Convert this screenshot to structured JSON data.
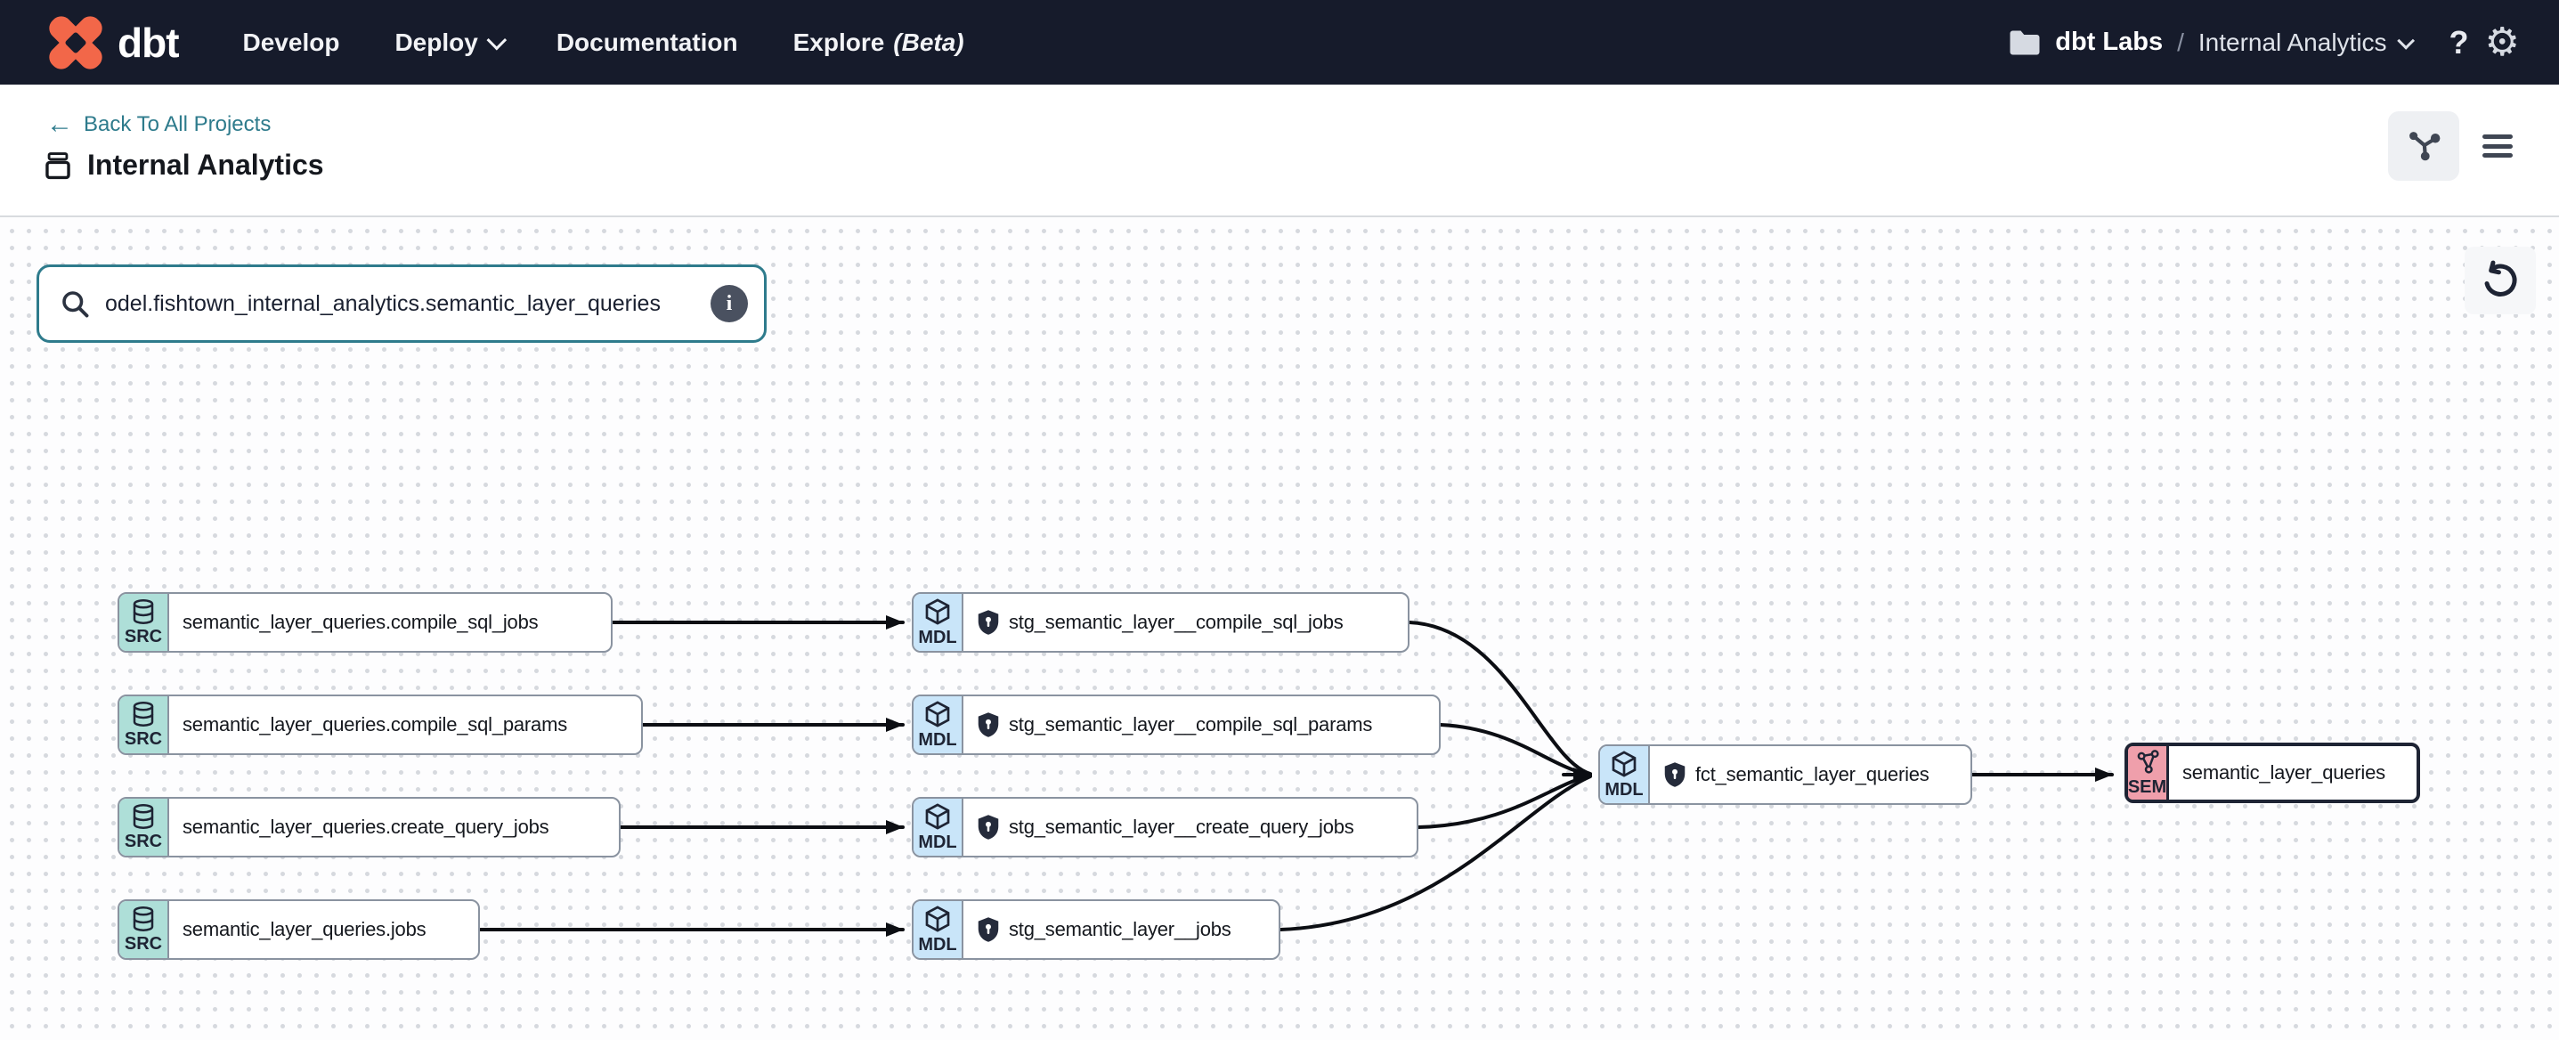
{
  "app": {
    "logo_text": "dbt"
  },
  "header": {
    "nav": [
      {
        "label": "Develop"
      },
      {
        "label": "Deploy",
        "has_chevron": true
      },
      {
        "label": "Documentation"
      },
      {
        "label": "Explore",
        "beta_suffix": "(Beta)"
      }
    ],
    "breadcrumb": {
      "org": "dbt Labs",
      "separator": "/",
      "project": "Internal Analytics"
    },
    "help_label": "?"
  },
  "subheader": {
    "back_arrow": "←",
    "back_label": "Back To All Projects",
    "title": "Internal Analytics"
  },
  "search": {
    "value": "odel.fishtown_internal_analytics.semantic_layer_queries",
    "info_label": "i"
  },
  "graph": {
    "nodes": [
      {
        "type": "source",
        "badge": "SRC",
        "label": "semantic_layer_queries.compile_sql_jobs"
      },
      {
        "type": "source",
        "badge": "SRC",
        "label": "semantic_layer_queries.compile_sql_params"
      },
      {
        "type": "source",
        "badge": "SRC",
        "label": "semantic_layer_queries.create_query_jobs"
      },
      {
        "type": "source",
        "badge": "SRC",
        "label": "semantic_layer_queries.jobs"
      },
      {
        "type": "model",
        "badge": "MDL",
        "label": "stg_semantic_layer__compile_sql_jobs"
      },
      {
        "type": "model",
        "badge": "MDL",
        "label": "stg_semantic_layer__compile_sql_params"
      },
      {
        "type": "model",
        "badge": "MDL",
        "label": "stg_semantic_layer__create_query_jobs"
      },
      {
        "type": "model",
        "badge": "MDL",
        "label": "stg_semantic_layer__jobs"
      },
      {
        "type": "model",
        "badge": "MDL",
        "label": "fct_semantic_layer_queries"
      },
      {
        "type": "semantic",
        "badge": "SEM",
        "label": "semantic_layer_queries",
        "selected": true
      }
    ],
    "edges": [
      {
        "from": "semantic_layer_queries.compile_sql_jobs",
        "to": "stg_semantic_layer__compile_sql_jobs"
      },
      {
        "from": "semantic_layer_queries.compile_sql_params",
        "to": "stg_semantic_layer__compile_sql_params"
      },
      {
        "from": "semantic_layer_queries.create_query_jobs",
        "to": "stg_semantic_layer__create_query_jobs"
      },
      {
        "from": "semantic_layer_queries.jobs",
        "to": "stg_semantic_layer__jobs"
      },
      {
        "from": "stg_semantic_layer__compile_sql_jobs",
        "to": "fct_semantic_layer_queries"
      },
      {
        "from": "stg_semantic_layer__compile_sql_params",
        "to": "fct_semantic_layer_queries"
      },
      {
        "from": "stg_semantic_layer__create_query_jobs",
        "to": "fct_semantic_layer_queries"
      },
      {
        "from": "stg_semantic_layer__jobs",
        "to": "fct_semantic_layer_queries"
      },
      {
        "from": "fct_semantic_layer_queries",
        "to": "semantic_layer_queries"
      }
    ]
  },
  "colors": {
    "header_bg": "#161b2b",
    "logo_orange": "#f26749",
    "link_teal": "#2e7b8c",
    "source_badge": "#aedfd8",
    "model_badge": "#c9e5f9",
    "semantic_badge": "#ef9fab",
    "node_border": "#8a93a0",
    "selected_border": "#1e2434",
    "edge": "#0c0e13"
  }
}
